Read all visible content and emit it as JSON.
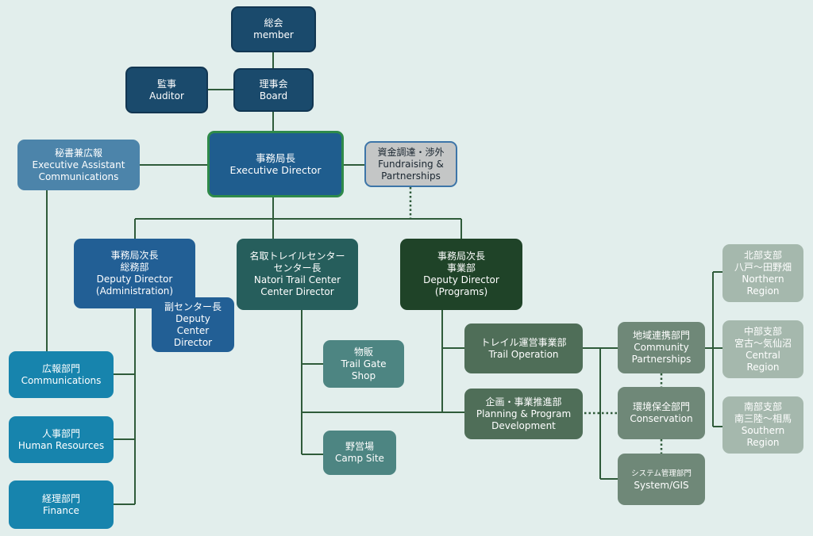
{
  "nodes": {
    "general_assembly": [
      "総会",
      "member"
    ],
    "auditor": [
      "監事",
      "Auditor"
    ],
    "board": [
      "理事会",
      "Board"
    ],
    "executive_director": [
      "事務局長",
      "Executive Director"
    ],
    "executive_assistant": [
      "秘書兼広報",
      "Executive Assistant",
      "Communications"
    ],
    "fundraising": [
      "資金調達・渉外",
      "Fundraising &",
      "Partnerships"
    ],
    "deputy_admin": [
      "事務局次長",
      "総務部",
      "Deputy Director",
      "(Administration)"
    ],
    "deputy_center_director": [
      "副センター長",
      "Deputy",
      "Center",
      "Director"
    ],
    "trail_center_director": [
      "名取トレイルセンター",
      "センター長",
      "Natori Trail Center",
      "Center Director"
    ],
    "deputy_programs": [
      "事務局次長",
      "事業部",
      "Deputy Director",
      "(Programs)"
    ],
    "communications": [
      "広報部門",
      "Communications"
    ],
    "human_resources": [
      "人事部門",
      "Human Resources"
    ],
    "finance": [
      "経理部門",
      "Finance"
    ],
    "shop": [
      "物販",
      "Trail Gate",
      "Shop"
    ],
    "camp_site": [
      "野営場",
      "Camp Site"
    ],
    "trail_operation": [
      "トレイル運営事業部",
      "Trail Operation"
    ],
    "planning": [
      "企画・事業推進部",
      "Planning & Program",
      "Development"
    ],
    "community": [
      "地域連携部門",
      "Community",
      "Partnerships"
    ],
    "conservation": [
      "環境保全部門",
      "Conservation"
    ],
    "system_gis": [
      "システム管理部門",
      "System/GIS"
    ],
    "northern": [
      "北部支部",
      "八戸～田野畑",
      "Northern",
      "Region"
    ],
    "central": [
      "中部支部",
      "宮古～気仙沼",
      "Central",
      "Region"
    ],
    "southern": [
      "南部支部",
      "南三陸～相馬",
      "Southern",
      "Region"
    ]
  },
  "colors": {
    "background": "#e2eeec",
    "connector": "#2f5b3a",
    "executive_border": "#2e8a4a"
  }
}
